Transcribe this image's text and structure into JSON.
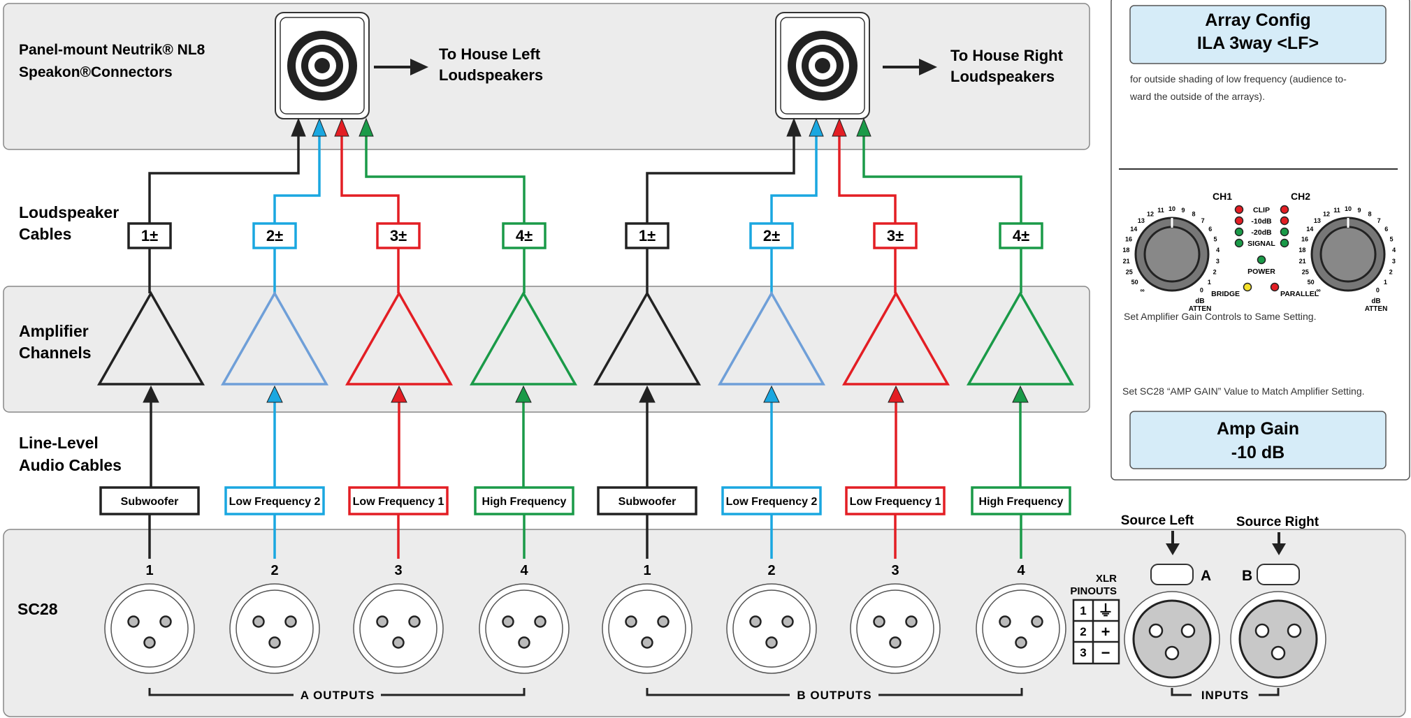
{
  "speakon_panel": {
    "title_line1": "Panel-mount Neutrik® NL8",
    "title_line2": "Speakon®Connectors",
    "left_dest_line1": "To House Left",
    "left_dest_line2": "Loudspeakers",
    "right_dest_line1": "To House Right",
    "right_dest_line2": "Loudspeakers"
  },
  "cables_label": {
    "line1": "Loudspeaker",
    "line2": "Cables"
  },
  "amps_label": {
    "line1": "Amplifier",
    "line2": "Channels"
  },
  "line_label": {
    "line1": "Line-Level",
    "line2": "Audio Cables"
  },
  "pins": [
    "1±",
    "2±",
    "3±",
    "4±",
    "1±",
    "2±",
    "3±",
    "4±"
  ],
  "inputs_labels": [
    "Subwoofer",
    "Low Frequency 2",
    "Low Frequency 1",
    "High Frequency",
    "Subwoofer",
    "Low Frequency 2",
    "Low Frequency 1",
    "High Frequency"
  ],
  "output_numbers": [
    "1",
    "2",
    "3",
    "4",
    "1",
    "2",
    "3",
    "4"
  ],
  "sc28": {
    "name": "SC28",
    "a_outputs": "A OUTPUTS",
    "b_outputs": "B OUTPUTS",
    "inputs": "INPUTS",
    "xlr_title_line1": "XLR",
    "xlr_title_line2": "PINOUTS",
    "xlr_pins": [
      {
        "n": "1",
        "s": "⏚"
      },
      {
        "n": "2",
        "s": "+"
      },
      {
        "n": "3",
        "s": "−"
      }
    ],
    "input_a": "A",
    "input_b": "B",
    "source_left": "Source Left",
    "source_right": "Source Right"
  },
  "side_panel": {
    "array_config_line1": "Array Config",
    "array_config_line2": "ILA 3way <LF>",
    "note_line1": "for outside shading of low frequency (audience to-",
    "note_line2": "ward the outside of the arrays).",
    "amp_note": "Set Amplifier Gain Controls to Same Setting.",
    "sc28_note": "Set SC28 “AMP GAIN” Value to Match Amplifier Setting.",
    "amp_gain_line1": "Amp Gain",
    "amp_gain_line2": "-10 dB",
    "amp_front": {
      "ch1": "CH1",
      "ch2": "CH2",
      "leds": [
        "CLIP",
        "-10dB",
        "-20dB",
        "SIGNAL"
      ],
      "power": "POWER",
      "bridge": "BRIDGE",
      "parallel": "PARALLEL",
      "atten_db": "dB",
      "atten": "ATTEN",
      "scale": [
        "∞",
        "50",
        "25",
        "21",
        "18",
        "16",
        "14",
        "13",
        "12",
        "11",
        "10",
        "9",
        "8",
        "7",
        "6",
        "5",
        "4",
        "3",
        "2",
        "1",
        "0"
      ]
    }
  },
  "colors": {
    "black": "#222222",
    "blue": "#1aa7e0",
    "amp_blue": "#6f9fd8",
    "red": "#e31e24",
    "green": "#1a9a48",
    "panel": "#ececec",
    "lcd": "#d6ecf8"
  }
}
